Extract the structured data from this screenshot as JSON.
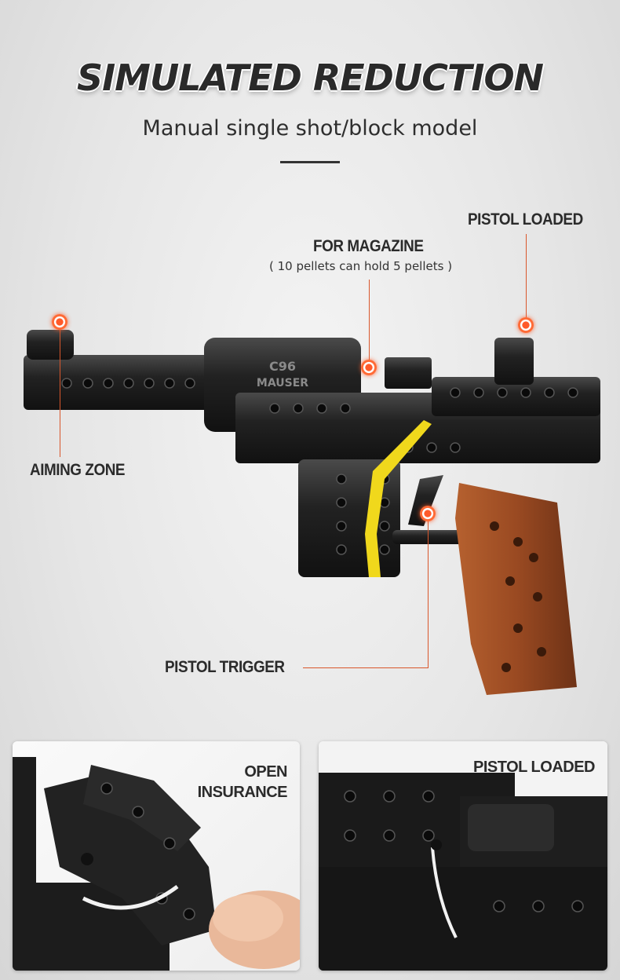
{
  "header": {
    "title": "SIMULATED REDUCTION",
    "subtitle": "Manual single shot/block model"
  },
  "callouts": {
    "pistol_loaded": "PISTOL LOADED",
    "for_magazine": "FOR MAGAZINE",
    "magazine_note": "( 10 pellets can hold 5 pellets )",
    "aiming_zone": "AIMING ZONE",
    "pistol_trigger": "PISTOL TRIGGER"
  },
  "gun_marking": {
    "model": "C96",
    "brand": "MAUSER"
  },
  "panels": [
    {
      "label_line1": "OPEN",
      "label_line2": "INSURANCE"
    },
    {
      "label_line1": "PISTOL LOADED"
    }
  ],
  "colors": {
    "accent": "#d9572c",
    "brick_black": "#1c1c1c",
    "grip_brown": "#9c4a22",
    "band_yellow": "#f0d81c"
  }
}
